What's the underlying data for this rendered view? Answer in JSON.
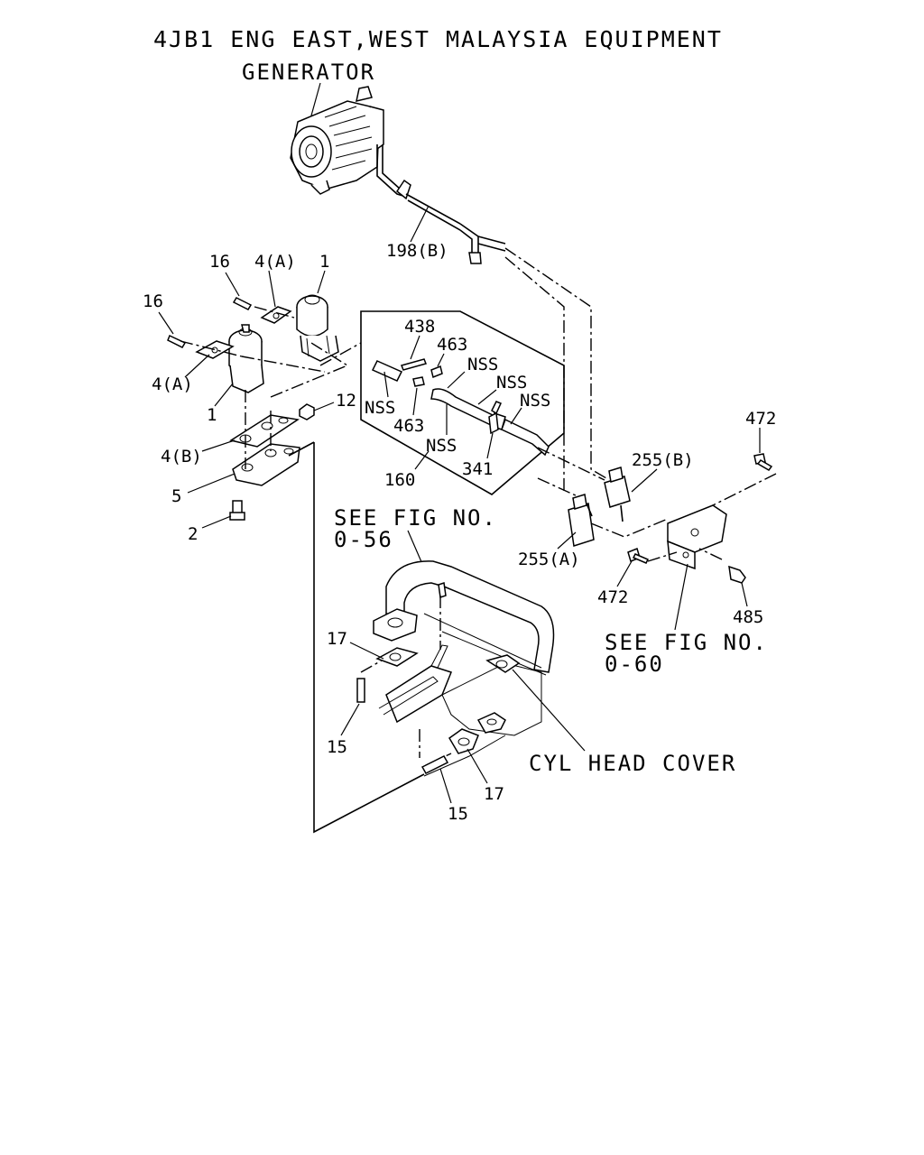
{
  "title": "4JB1 ENG EAST,WEST MALAYSIA EQUIPMENT",
  "parts": {
    "generator": "GENERATOR",
    "hose_198b": "198(B)",
    "egr_valve_top": "1",
    "egr_valve_left": "1",
    "bolt_16_top": "16",
    "bolt_16_left": "16",
    "gasket_4a_top": "4(A)",
    "gasket_4a_left": "4(A)",
    "gasket_4b": "4(B)",
    "nut_12": "12",
    "adapter_5": "5",
    "bolt_2": "2",
    "kit_160": "160",
    "pipe_438": "438",
    "clip_463_top": "463",
    "clip_463_bottom": "463",
    "nss_1": "NSS",
    "nss_2": "NSS",
    "nss_3": "NSS",
    "nss_4": "NSS",
    "nss_5": "NSS",
    "clip_341": "341",
    "vsv_255b": "255(B)",
    "vsv_255a": "255(A)",
    "bolt_472_top": "472",
    "bolt_472_bottom": "472",
    "bolt_485": "485",
    "gasket_17_left": "17",
    "gasket_17_right": "17",
    "stud_15_left": "15",
    "stud_15_right": "15"
  },
  "references": {
    "see_fig_056_line1": "SEE FIG NO.",
    "see_fig_056_line2": "0-56",
    "see_fig_060_line1": "SEE FIG NO.",
    "see_fig_060_line2": "0-60",
    "cyl_head_cover": "CYL HEAD COVER"
  }
}
